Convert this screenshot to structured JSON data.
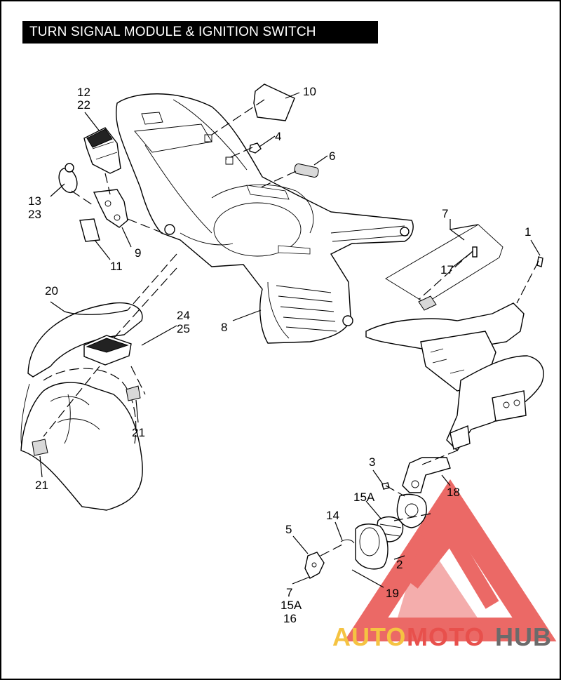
{
  "title": "TURN SIGNAL MODULE & IGNITION SWITCH",
  "callouts": [
    {
      "id": "c12",
      "text": "12"
    },
    {
      "id": "c22",
      "text": "22"
    },
    {
      "id": "c10",
      "text": "10"
    },
    {
      "id": "c4",
      "text": "4"
    },
    {
      "id": "c6",
      "text": "6"
    },
    {
      "id": "c13",
      "text": "13"
    },
    {
      "id": "c23",
      "text": "23"
    },
    {
      "id": "c9",
      "text": "9"
    },
    {
      "id": "c11",
      "text": "11"
    },
    {
      "id": "c7a",
      "text": "7"
    },
    {
      "id": "c1",
      "text": "1"
    },
    {
      "id": "c17",
      "text": "17"
    },
    {
      "id": "c20",
      "text": "20"
    },
    {
      "id": "c24",
      "text": "24"
    },
    {
      "id": "c25",
      "text": "25"
    },
    {
      "id": "c8",
      "text": "8"
    },
    {
      "id": "c21a",
      "text": "21"
    },
    {
      "id": "c21b",
      "text": "21"
    },
    {
      "id": "c3",
      "text": "3"
    },
    {
      "id": "c18",
      "text": "18"
    },
    {
      "id": "c15a",
      "text": "15A"
    },
    {
      "id": "c14",
      "text": "14"
    },
    {
      "id": "c5",
      "text": "5"
    },
    {
      "id": "c2",
      "text": "2"
    },
    {
      "id": "c19",
      "text": "19"
    },
    {
      "id": "c7b",
      "text": "7"
    },
    {
      "id": "c15b",
      "text": "15A"
    },
    {
      "id": "c16",
      "text": "16"
    }
  ],
  "watermark": {
    "part1": "AUTO",
    "part2": "MOTO",
    "part3": "HUB",
    "color_yellow": "#f5c342",
    "color_red": "#e8504c",
    "color_gray": "#6b6b6b"
  }
}
